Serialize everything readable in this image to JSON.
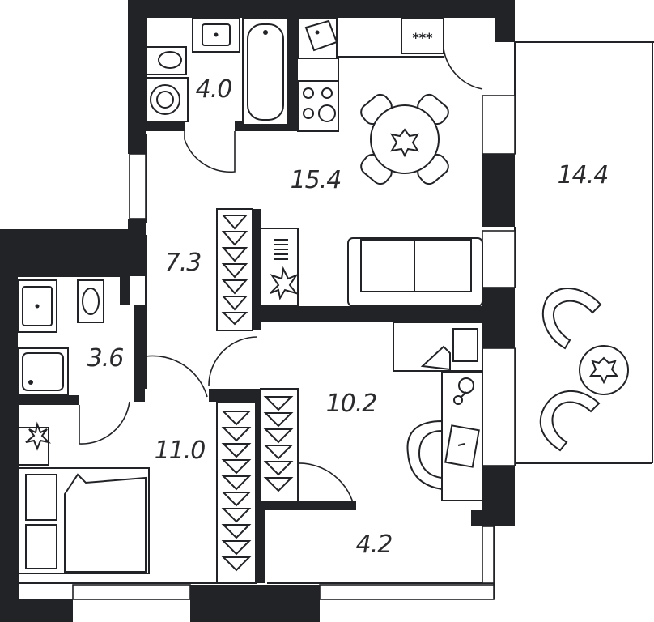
{
  "plan": {
    "room_areas": {
      "bathroom_top": "4.0",
      "kitchen_living": "15.4",
      "balcony": "14.4",
      "hallway": "7.3",
      "bathroom_left": "3.6",
      "bedroom": "11.0",
      "study": "10.2",
      "entry": "4.2"
    },
    "stove_hood_mark": "***"
  }
}
